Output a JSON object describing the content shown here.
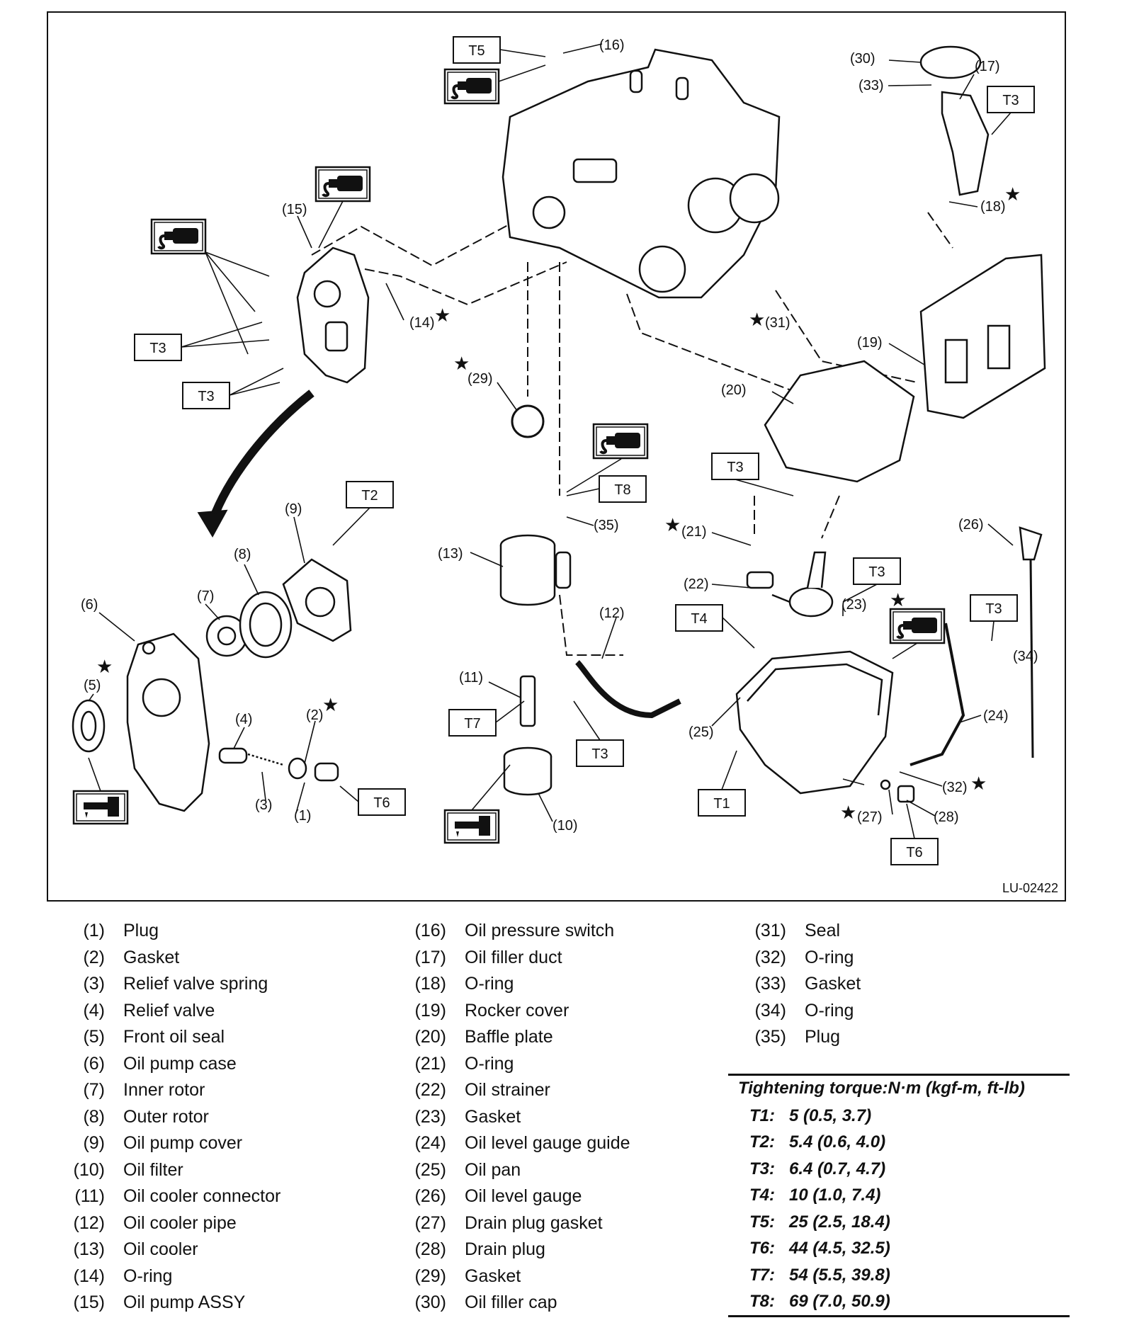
{
  "diagram": {
    "figure_id": "LU-02422",
    "callouts": [
      "(1)",
      "(2)",
      "(3)",
      "(4)",
      "(5)",
      "(6)",
      "(7)",
      "(8)",
      "(9)",
      "(10)",
      "(11)",
      "(12)",
      "(13)",
      "(14)",
      "(15)",
      "(16)",
      "(17)",
      "(18)",
      "(19)",
      "(20)",
      "(21)",
      "(22)",
      "(23)",
      "(24)",
      "(25)",
      "(26)",
      "(27)",
      "(28)",
      "(29)",
      "(30)",
      "(31)",
      "(32)",
      "(33)",
      "(34)",
      "(35)"
    ],
    "torque_boxes": {
      "t1": "T1",
      "t2": "T2",
      "t3": "T3",
      "t4": "T4",
      "t5": "T5",
      "t6": "T6",
      "t7": "T7",
      "t8": "T8"
    },
    "icons": [
      "sealant-icon",
      "oil-can-icon",
      "star-icon"
    ]
  },
  "parts_list": [
    {
      "num": "(1)",
      "name": "Plug"
    },
    {
      "num": "(2)",
      "name": "Gasket"
    },
    {
      "num": "(3)",
      "name": "Relief valve spring"
    },
    {
      "num": "(4)",
      "name": "Relief valve"
    },
    {
      "num": "(5)",
      "name": "Front oil seal"
    },
    {
      "num": "(6)",
      "name": "Oil pump case"
    },
    {
      "num": "(7)",
      "name": "Inner rotor"
    },
    {
      "num": "(8)",
      "name": "Outer rotor"
    },
    {
      "num": "(9)",
      "name": "Oil pump cover"
    },
    {
      "num": "(10)",
      "name": "Oil filter"
    },
    {
      "num": "(11)",
      "name": "Oil cooler connector"
    },
    {
      "num": "(12)",
      "name": "Oil cooler pipe"
    },
    {
      "num": "(13)",
      "name": "Oil cooler"
    },
    {
      "num": "(14)",
      "name": "O-ring"
    },
    {
      "num": "(15)",
      "name": "Oil pump ASSY"
    },
    {
      "num": "(16)",
      "name": "Oil pressure switch"
    },
    {
      "num": "(17)",
      "name": "Oil filler duct"
    },
    {
      "num": "(18)",
      "name": "O-ring"
    },
    {
      "num": "(19)",
      "name": "Rocker cover"
    },
    {
      "num": "(20)",
      "name": "Baffle plate"
    },
    {
      "num": "(21)",
      "name": "O-ring"
    },
    {
      "num": "(22)",
      "name": "Oil strainer"
    },
    {
      "num": "(23)",
      "name": "Gasket"
    },
    {
      "num": "(24)",
      "name": "Oil level gauge guide"
    },
    {
      "num": "(25)",
      "name": "Oil pan"
    },
    {
      "num": "(26)",
      "name": "Oil level gauge"
    },
    {
      "num": "(27)",
      "name": "Drain plug gasket"
    },
    {
      "num": "(28)",
      "name": "Drain plug"
    },
    {
      "num": "(29)",
      "name": "Gasket"
    },
    {
      "num": "(30)",
      "name": "Oil filler cap"
    },
    {
      "num": "(31)",
      "name": "Seal"
    },
    {
      "num": "(32)",
      "name": "O-ring"
    },
    {
      "num": "(33)",
      "name": "Gasket"
    },
    {
      "num": "(34)",
      "name": "O-ring"
    },
    {
      "num": "(35)",
      "name": "Plug"
    }
  ],
  "torque": {
    "title": "Tightening torque:N·m (kgf-m, ft-lb)",
    "rows": [
      {
        "code": "T1:",
        "value": "5 (0.5, 3.7)"
      },
      {
        "code": "T2:",
        "value": "5.4 (0.6, 4.0)"
      },
      {
        "code": "T3:",
        "value": "6.4 (0.7, 4.7)"
      },
      {
        "code": "T4:",
        "value": "10 (1.0, 7.4)"
      },
      {
        "code": "T5:",
        "value": "25 (2.5, 18.4)"
      },
      {
        "code": "T6:",
        "value": "44 (4.5, 32.5)"
      },
      {
        "code": "T7:",
        "value": "54 (5.5, 39.8)"
      },
      {
        "code": "T8:",
        "value": "69 (7.0, 50.9)"
      }
    ]
  }
}
